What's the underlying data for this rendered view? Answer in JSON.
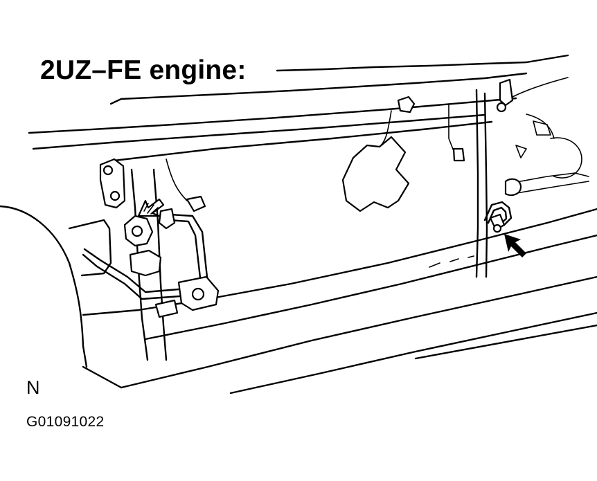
{
  "diagram": {
    "title": "2UZ–FE engine:",
    "view_letter": "N",
    "figure_id": "G01091022",
    "callouts": [
      {
        "icon": "arrow-icon",
        "points_to": "pipe-clamp-bolt"
      },
      {
        "icon": "hatched-arrow-icon",
        "points_to": "sensor-connector"
      }
    ]
  }
}
